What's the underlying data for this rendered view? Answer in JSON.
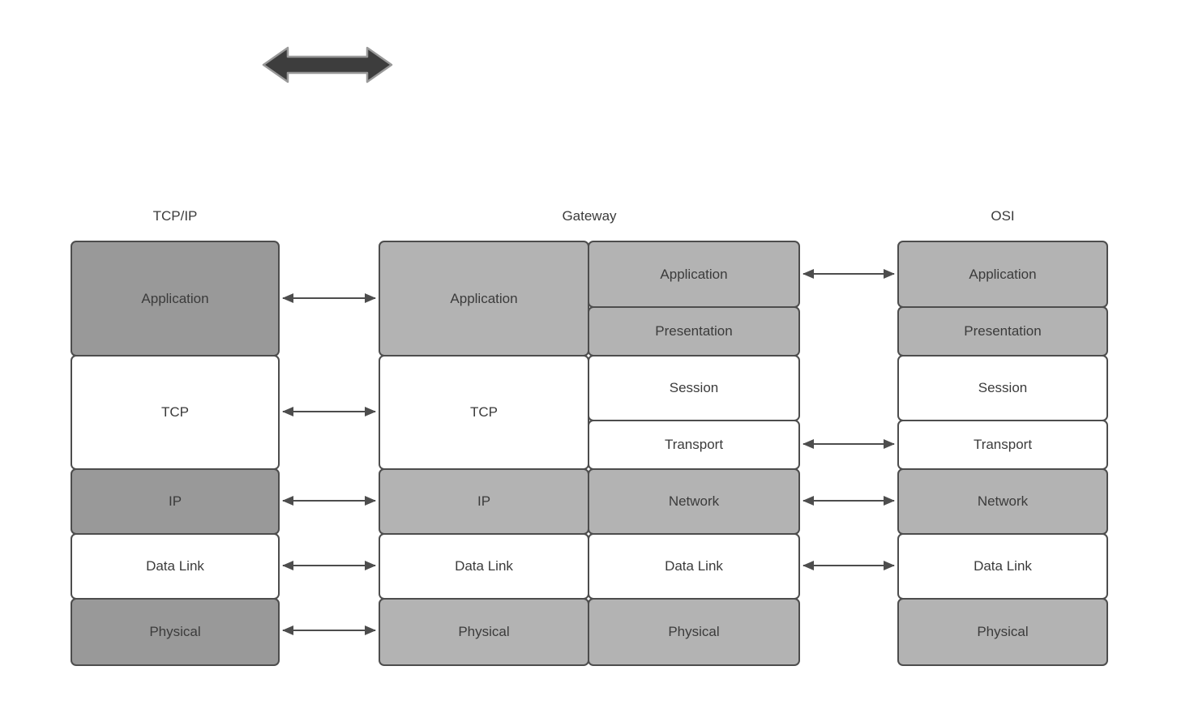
{
  "stacks": {
    "tcpip": {
      "header": "TCP/IP",
      "rows": [
        "Application",
        "TCP",
        "IP",
        "Data Link",
        "Physical"
      ]
    },
    "gateway": {
      "header": "Gateway",
      "left_rows": [
        "Application",
        "TCP",
        "IP",
        "Data Link",
        "Physical"
      ],
      "right_rows": [
        "Application",
        "Presentation",
        "Session",
        "Transport",
        "Network",
        "Data Link",
        "Physical"
      ]
    },
    "osi": {
      "header": "OSI",
      "rows": [
        "Application",
        "Presentation",
        "Session",
        "Transport",
        "Network",
        "Data Link",
        "Physical"
      ]
    }
  },
  "connections": {
    "tcpip_to_gateway": [
      "Application",
      "TCP",
      "IP",
      "Data Link",
      "Physical"
    ],
    "gateway_to_osi": [
      "Application",
      "Transport",
      "Network",
      "Data Link"
    ]
  },
  "colors": {
    "box_dark_gray": "#999999",
    "box_light_gray": "#b3b3b3",
    "box_white": "#ffffff",
    "box_border": "#4d4d4d",
    "label_text": "#3b3b3b",
    "connector_arrow": "#4d4d4d",
    "top_arrow_fill": "#3d3d3d",
    "top_arrow_outline": "#999999",
    "background": "#ffffff"
  }
}
